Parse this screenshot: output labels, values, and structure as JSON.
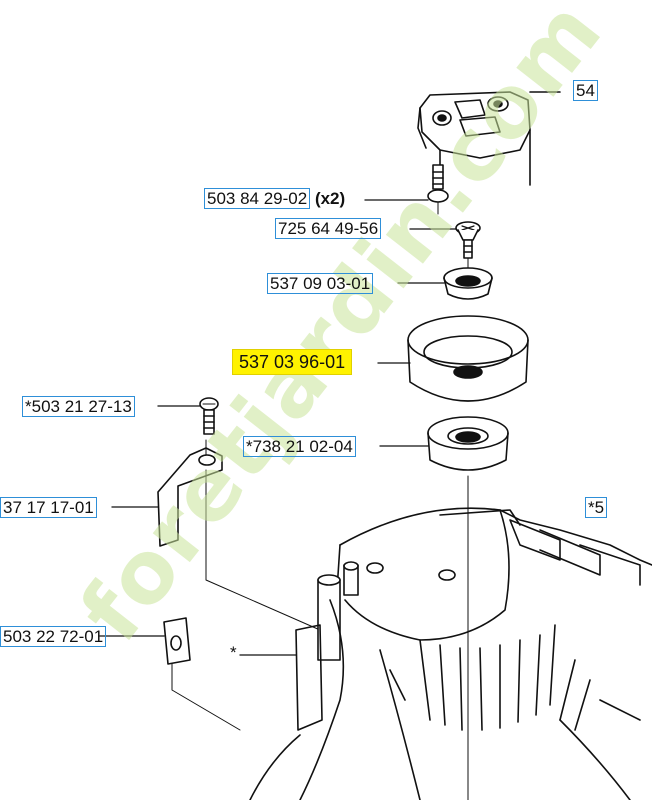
{
  "parts": [
    {
      "id": "503-84-29-02",
      "number": "503 84 29-02",
      "qty": "(x2)"
    },
    {
      "id": "725-64-49-56",
      "number": "725 64 49-56"
    },
    {
      "id": "537-09-03-01",
      "number": "537 09 03-01"
    },
    {
      "id": "537-03-96-01",
      "number": "537 03 96-01",
      "highlighted": true
    },
    {
      "id": "503-21-27-13",
      "number": "*503 21 27-13"
    },
    {
      "id": "738-21-02-04",
      "number": "*738 21 02-04"
    },
    {
      "id": "537-17-17-01",
      "number": "37 17 17-01"
    },
    {
      "id": "503-22-72-01",
      "number": "503 22 72-01"
    },
    {
      "id": "top-right-cut",
      "number": "54"
    },
    {
      "id": "right-cut",
      "number": "*5"
    }
  ],
  "asterisk_label": "*",
  "watermark": {
    "text": "foretjardin.com"
  },
  "colors": {
    "label_border": "#2e8fd8",
    "highlight": "#fff200",
    "watermark_green": "#c9e49a",
    "watermark_orange": "#f3c08a",
    "line": "#111111"
  }
}
